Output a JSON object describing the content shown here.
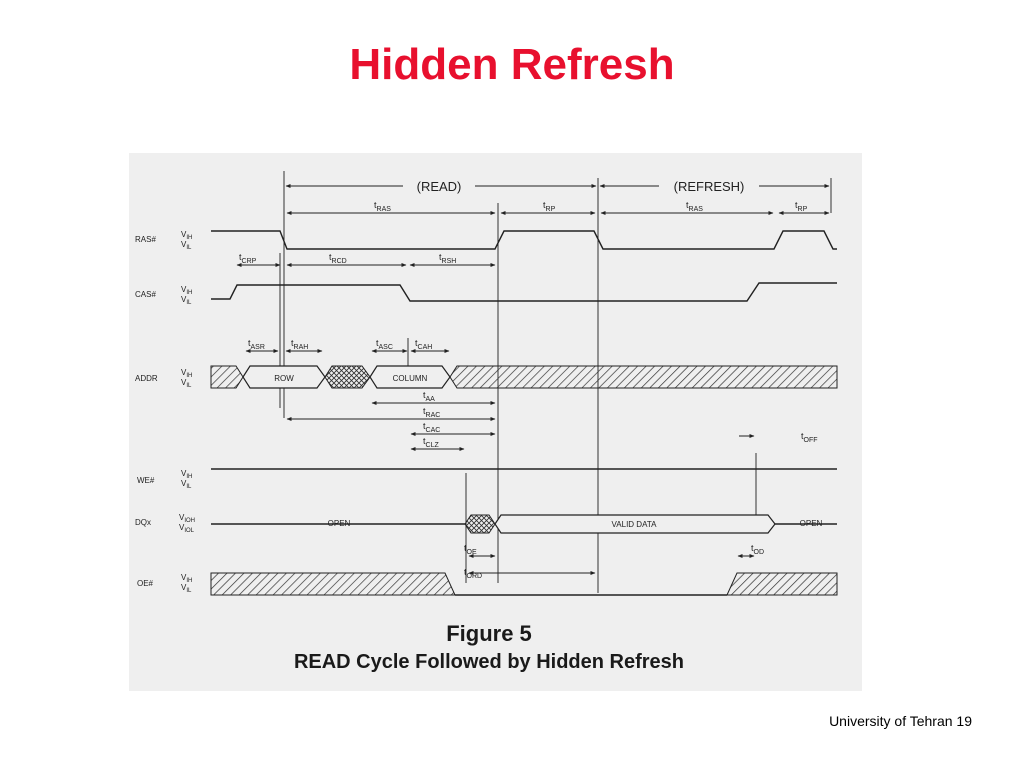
{
  "slide": {
    "title": "Hidden Refresh",
    "footer": "University of Tehran 19"
  },
  "figure": {
    "caption_title": "Figure 5",
    "caption_subtitle": "READ Cycle Followed by Hidden Refresh",
    "phases": {
      "read": "(READ)",
      "refresh": "(REFRESH)"
    },
    "signals": {
      "ras": "RAS#",
      "cas": "CAS#",
      "addr": "ADDR",
      "we": "WE#",
      "dq": "DQx",
      "oe": "OE#"
    },
    "levels": {
      "vih": "V",
      "vih_sub": "IH",
      "vil": "V",
      "vil_sub": "IL",
      "voh": "V",
      "voh_sub": "IOH",
      "vol": "V",
      "vol_sub": "IOL"
    },
    "timings": {
      "t": "t",
      "ras1": "RAS",
      "rp1": "RP",
      "ras2": "RAS",
      "rp2": "RP",
      "crp": "CRP",
      "rcd": "RCD",
      "rsh": "RSH",
      "asr": "ASR",
      "rah": "RAH",
      "asc": "ASC",
      "cah": "CAH",
      "aa": "AA",
      "rac": "RAC",
      "cac": "CAC",
      "clz": "CLZ",
      "off": "OFF",
      "oe": "OE",
      "ord": "ORD",
      "od": "OD"
    },
    "bus_labels": {
      "row": "ROW",
      "column": "COLUMN",
      "open_left": "OPEN",
      "valid_data": "VALID DATA",
      "open_right": "OPEN"
    }
  }
}
